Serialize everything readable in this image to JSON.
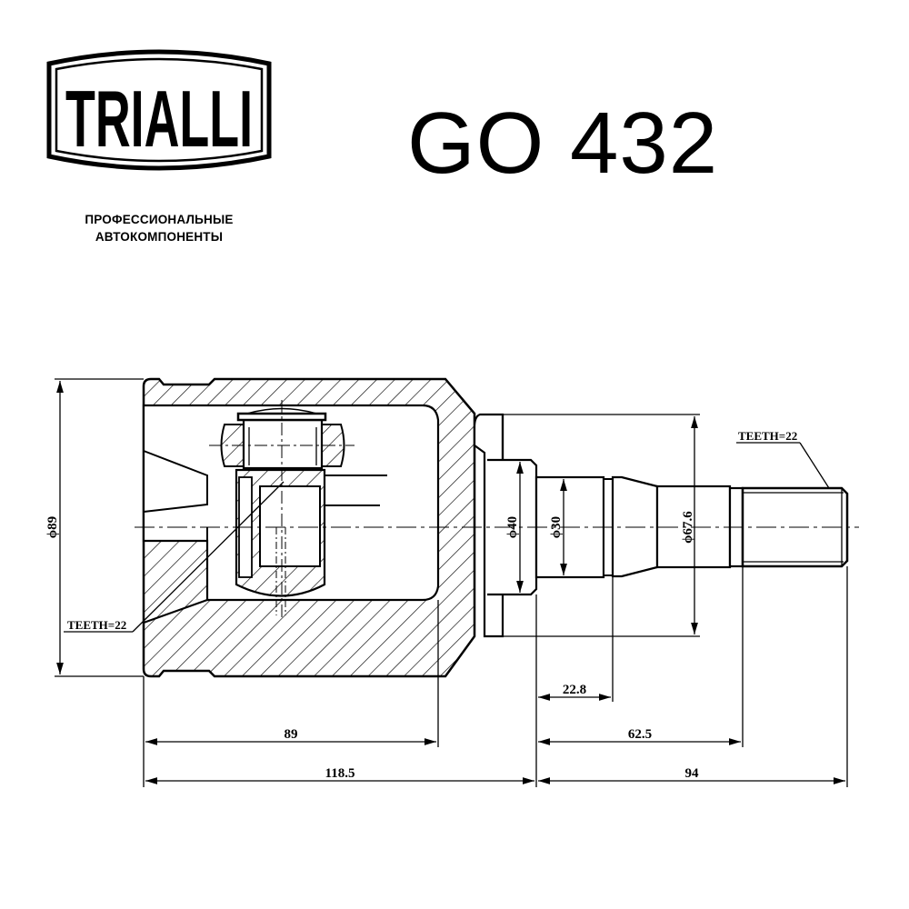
{
  "brand": {
    "logo_text": "TRIALLI",
    "subtitle_line1": "ПРОФЕССИОНАЛЬНЫЕ",
    "subtitle_line2": "АВТОКОМПОНЕНТЫ"
  },
  "part": {
    "number": "GO 432"
  },
  "drawing": {
    "annotations": {
      "teeth_inner": "TEETH=22",
      "teeth_outer": "TEETH=22"
    },
    "dimensions": {
      "outer_diameter": "ϕ89",
      "flange_diameter": "ϕ40",
      "shaft_diameter": "ϕ30",
      "housing_flange_diameter": "ϕ67.6",
      "length_housing_inner": "89",
      "length_housing_total": "118.5",
      "length_shaft_step": "22.8",
      "length_shaft_to_spline": "62.5",
      "length_shaft_total": "94"
    },
    "colors": {
      "line": "#000000",
      "background": "#ffffff"
    }
  }
}
